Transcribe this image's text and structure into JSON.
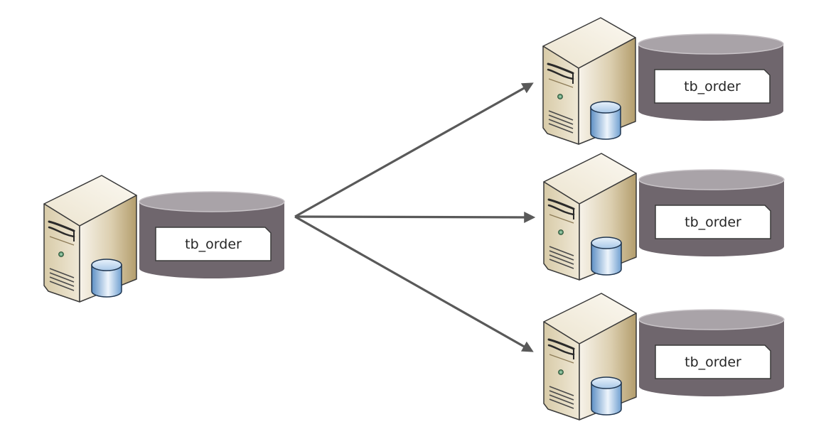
{
  "diagram": {
    "type": "one-to-many replication",
    "colors": {
      "background": "#ffffff",
      "arrow": "#595959",
      "cylinder_body": "#6f666d",
      "cylinder_top": "#a9a3a8",
      "label_box": "#ffffff",
      "label_border": "#3a3a3a",
      "server_front": "#e6dcc3",
      "server_side": "#c9b68e",
      "server_top": "#f4efe2",
      "db_icon": "#8db4dc"
    },
    "source": {
      "icon": "database-server-icon",
      "table_icon": "table-cylinder-icon",
      "table_label": "tb_order"
    },
    "targets": [
      {
        "icon": "database-server-icon",
        "table_icon": "table-cylinder-icon",
        "table_label": "tb_order"
      },
      {
        "icon": "database-server-icon",
        "table_icon": "table-cylinder-icon",
        "table_label": "tb_order"
      },
      {
        "icon": "database-server-icon",
        "table_icon": "table-cylinder-icon",
        "table_label": "tb_order"
      }
    ],
    "edges": [
      {
        "from": "source",
        "to": "targets.0"
      },
      {
        "from": "source",
        "to": "targets.1"
      },
      {
        "from": "source",
        "to": "targets.2"
      }
    ]
  }
}
